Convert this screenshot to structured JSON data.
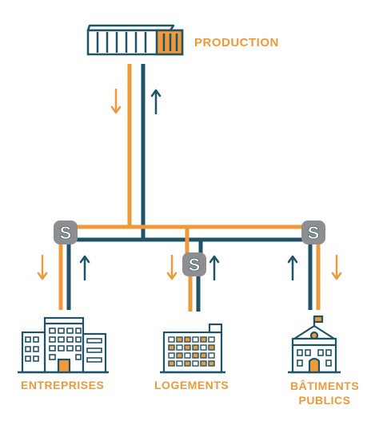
{
  "colors": {
    "orange": "#EE9A3A",
    "teal": "#1F5468",
    "gray": "#8E8E90",
    "white": "#FFFFFF"
  },
  "labels": {
    "production": "PRODUCTION",
    "entreprises": "ENTREPRISES",
    "logements": "LOGEMENTS",
    "batiments_line1": "BÂTIMENTS",
    "batiments_line2": "PUBLICS"
  },
  "substation_glyph": "S",
  "icons": {
    "production": "container-icon",
    "entreprises": "office-building-icon",
    "logements": "apartment-building-icon",
    "batiments": "public-building-icon"
  }
}
